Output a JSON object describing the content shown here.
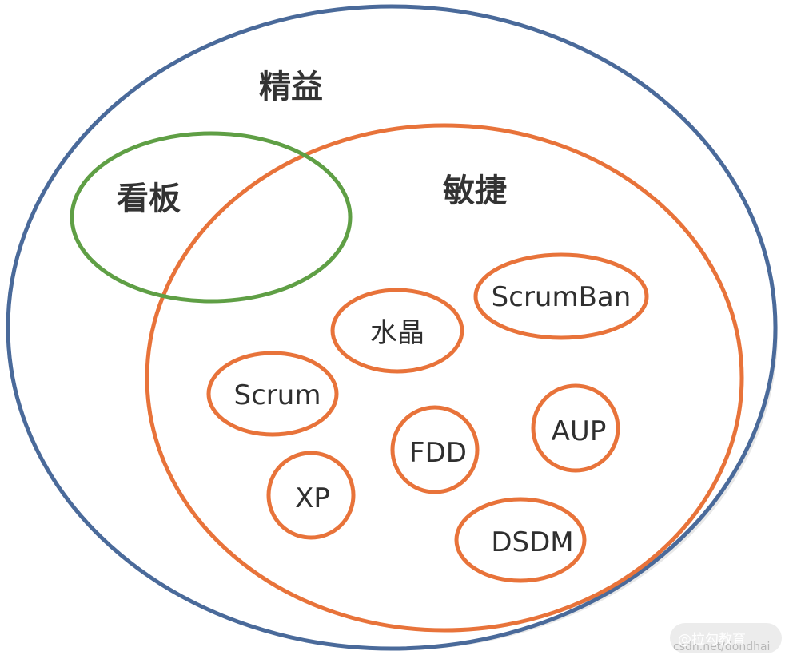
{
  "regions": {
    "lean": {
      "label": "精益",
      "color": "#4a6a9a"
    },
    "kanban": {
      "label": "看板",
      "color": "#5f9f45"
    },
    "agile": {
      "label": "敏捷",
      "color": "#e8733a"
    }
  },
  "methods": [
    {
      "id": "scrumban",
      "label": "ScrumBan"
    },
    {
      "id": "crystal",
      "label": "水晶"
    },
    {
      "id": "scrum",
      "label": "Scrum"
    },
    {
      "id": "fdd",
      "label": "FDD"
    },
    {
      "id": "aup",
      "label": "AUP"
    },
    {
      "id": "xp",
      "label": "XP"
    },
    {
      "id": "dsdm",
      "label": "DSDM"
    }
  ],
  "watermark": {
    "main": "@拉勾教育",
    "sub": "csdn.net/dondhai"
  }
}
